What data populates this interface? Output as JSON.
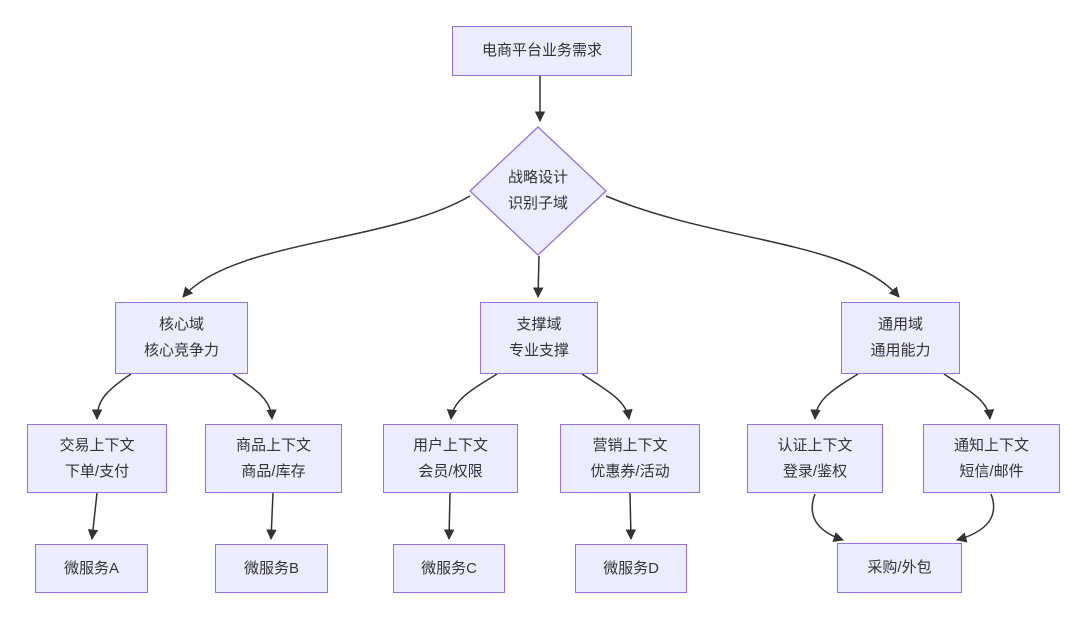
{
  "diagram": {
    "colors": {
      "background": "#ffffff",
      "node_fill": "#ECECFF",
      "node_border": "#9370DB",
      "edge": "#333333",
      "text": "#333333"
    },
    "nodes": {
      "requirement": {
        "label": "电商平台业务需求"
      },
      "strategy": {
        "label": "战略设计\n识别子域"
      },
      "core_domain": {
        "label": "核心域\n核心竞争力"
      },
      "support_domain": {
        "label": "支撑域\n专业支撑"
      },
      "generic_domain": {
        "label": "通用域\n通用能力"
      },
      "trade_context": {
        "label": "交易上下文\n下单/支付"
      },
      "product_context": {
        "label": "商品上下文\n商品/库存"
      },
      "user_context": {
        "label": "用户上下文\n会员/权限"
      },
      "marketing_context": {
        "label": "营销上下文\n优惠券/活动"
      },
      "auth_context": {
        "label": "认证上下文\n登录/鉴权"
      },
      "notify_context": {
        "label": "通知上下文\n短信/邮件"
      },
      "service_a": {
        "label": "微服务A"
      },
      "service_b": {
        "label": "微服务B"
      },
      "service_c": {
        "label": "微服务C"
      },
      "service_d": {
        "label": "微服务D"
      },
      "procurement": {
        "label": "采购/外包"
      }
    }
  }
}
